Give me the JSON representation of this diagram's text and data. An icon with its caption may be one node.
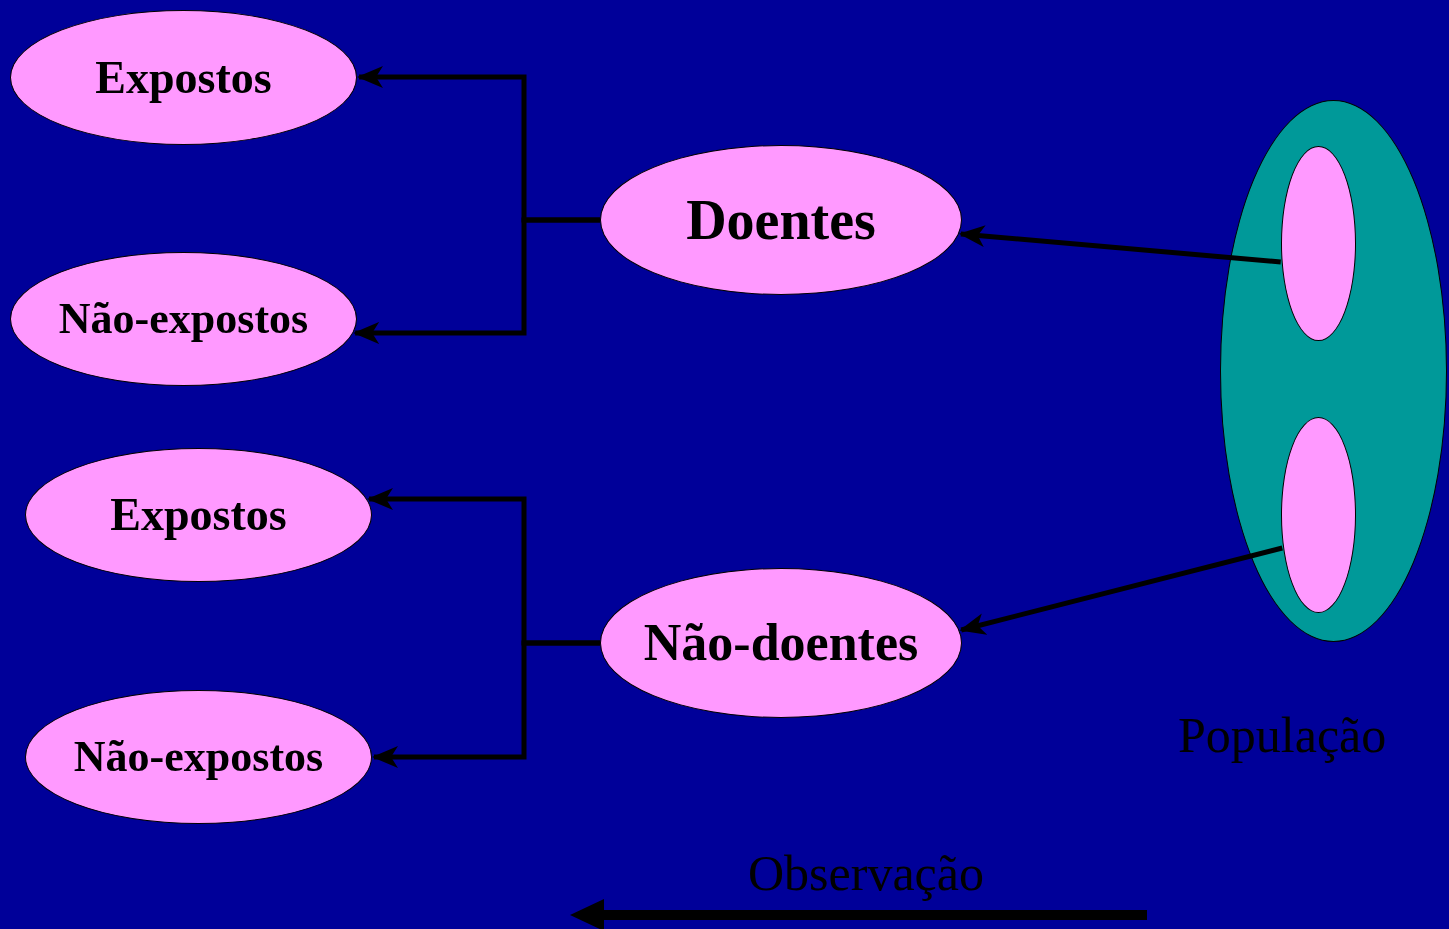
{
  "diagram": {
    "nodes": [
      {
        "text": [
          "Expostos"
        ]
      },
      {
        "text": [
          "Não-expostos"
        ]
      },
      {
        "text": [
          "Doentes"
        ]
      },
      {
        "text": [
          "Expostos"
        ]
      },
      {
        "text": [
          "Não-expostos"
        ]
      },
      {
        "text": [
          "Não-doentes"
        ]
      },
      {
        "text": [],
        "shape": "ellipse",
        "beside": [
          "População"
        ]
      },
      {
        "text": [],
        "shape": "ellipse",
        "in": 6
      },
      {
        "text": [],
        "shape": "ellipse",
        "in": 6
      }
    ],
    "edges": [
      {
        "from": 7,
        "to": 2,
        "arrow": "to"
      },
      {
        "from": 8,
        "to": 5,
        "arrow": "to"
      },
      {
        "from": 2,
        "to": 0,
        "arrow": "to"
      },
      {
        "from": 2,
        "to": 1,
        "arrow": "to"
      },
      {
        "from": 5,
        "to": 3,
        "arrow": "to"
      },
      {
        "from": 5,
        "to": 4,
        "arrow": "to"
      }
    ],
    "labels": [
      "Observação"
    ]
  }
}
